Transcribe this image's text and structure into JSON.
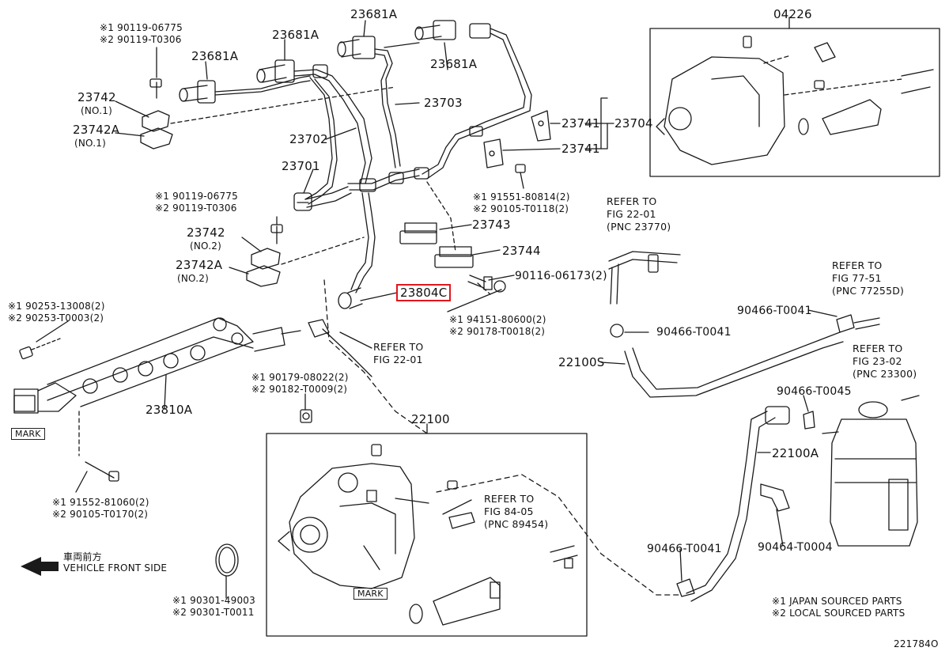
{
  "diagram_id": "221784O",
  "colors": {
    "line": "#1a1a1a",
    "highlight": "#e0161c",
    "background": "#ffffff"
  },
  "callouts": {
    "p04226": "04226",
    "p23681a_1": "23681A",
    "p23681a_2": "23681A",
    "p23681a_3": "23681A",
    "p23681a_4": "23681A",
    "p23703": "23703",
    "p23702": "23702",
    "p23701": "23701",
    "p23742_no1": "23742",
    "p23742_no1_sub": "(NO.1)",
    "p23742a_no1": "23742A",
    "p23742a_no1_sub": "(NO.1)",
    "p23742_no2": "23742",
    "p23742_no2_sub": "(NO.2)",
    "p23742a_no2": "23742A",
    "p23742a_no2_sub": "(NO.2)",
    "p23741_a": "23741",
    "p23741_b": "23741",
    "p23704": "23704",
    "p23743": "23743",
    "p23744": "23744",
    "p23804c": "23804C",
    "p23810a": "23810A",
    "p22100": "22100",
    "p22100s": "22100S",
    "p22100a": "22100A",
    "p90116": "90116-06173(2)",
    "p90466_a": "90466-T0041",
    "p90466_b": "90466-T0041",
    "p90466_c": "90466-T0045",
    "p90466_d": "90466-T0041",
    "p90464": "90464-T0004",
    "mark_a": "MARK",
    "mark_b": "MARK"
  },
  "sourced_groups": {
    "g1": "※1 90119-06775\n※2 90119-T0306",
    "g2": "※1 90119-06775\n※2 90119-T0306",
    "g3": "※1 91551-80814(2)\n※2 90105-T0118(2)",
    "g4": "※1 94151-80600(2)\n※2 90178-T0018(2)",
    "g5": "※1 90253-13008(2)\n※2 90253-T0003(2)",
    "g6": "※1 90179-08022(2)\n※2 90182-T0009(2)",
    "g7": "※1 91552-81060(2)\n※2 90105-T0170(2)",
    "g8": "※1 90301-49003\n※2 90301-T0011"
  },
  "references": {
    "r1": "REFER TO\nFIG 22-01",
    "r2": "REFER TO\nFIG 22-01\n(PNC 23770)",
    "r3": "REFER TO\nFIG 77-51\n(PNC 77255D)",
    "r4": "REFER TO\nFIG 23-02\n(PNC 23300)",
    "r5": "REFER TO\nFIG 84-05\n(PNC 89454)"
  },
  "direction": {
    "jp": "車両前方",
    "en": "VEHICLE FRONT SIDE"
  },
  "legend": {
    "l1": "※1 JAPAN SOURCED PARTS",
    "l2": "※2 LOCAL SOURCED PARTS"
  }
}
